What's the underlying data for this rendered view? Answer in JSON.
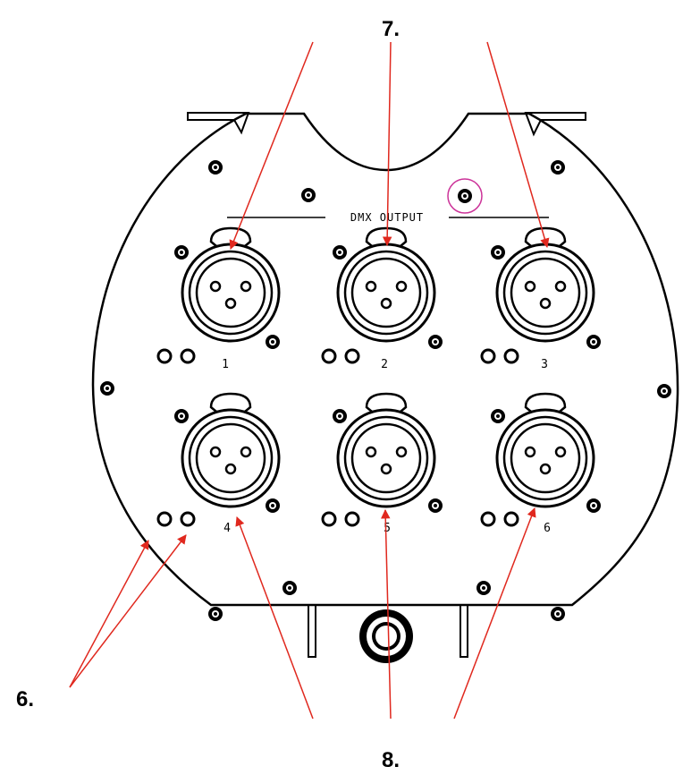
{
  "diagram": {
    "callouts": {
      "top": "7.",
      "bottom": "8.",
      "left": "6."
    },
    "panel_label": "DMX OUTPUT",
    "connectors": [
      {
        "number": "1"
      },
      {
        "number": "2"
      },
      {
        "number": "3"
      },
      {
        "number": "4"
      },
      {
        "number": "5"
      },
      {
        "number": "6"
      }
    ],
    "colors": {
      "line": "#000000",
      "arrow": "#e0281e",
      "highlight_ring": "#cc3399",
      "background": "#ffffff"
    }
  }
}
